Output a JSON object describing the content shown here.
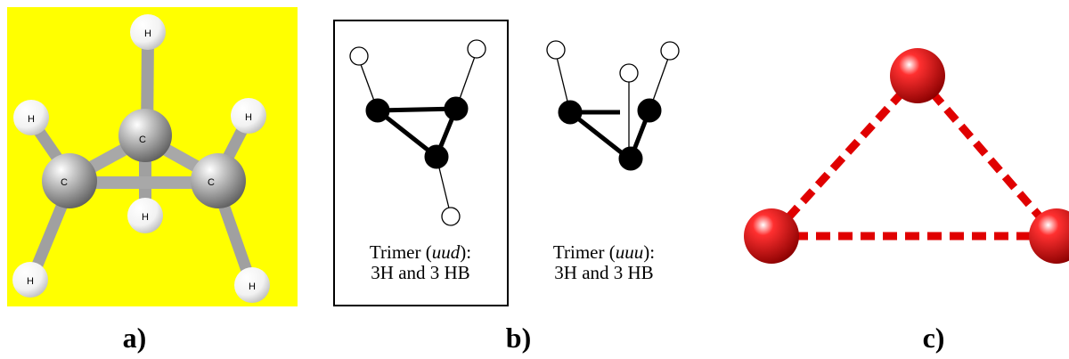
{
  "colors": {
    "panel_a_background": "#ffff00",
    "carbon": "#9a9a9a",
    "hydrogen": "#f4f4f4",
    "bond": "#a8a8a8",
    "oxygen": "#e00000",
    "dashed_bond": "#e00000",
    "skeleton_atom": "#000000"
  },
  "panel_a": {
    "atom_labels": {
      "h_top": "H",
      "h_left": "H",
      "h_right": "H",
      "h_center": "H",
      "h_bottom_left": "H",
      "h_bottom_right": "H",
      "c_top": "C",
      "c_left": "C",
      "c_right": "C"
    },
    "label": "a)"
  },
  "panel_b": {
    "uud": {
      "caption_prefix": "Trimer (",
      "caption_italic": "uud",
      "caption_suffix": "):",
      "caption_line2": "3H and 3 HB"
    },
    "uuu": {
      "caption_prefix": "Trimer (",
      "caption_italic": "uuu",
      "caption_suffix": "):",
      "caption_line2": "3H and 3 HB"
    },
    "label": "b)"
  },
  "panel_c": {
    "label": "c)"
  }
}
